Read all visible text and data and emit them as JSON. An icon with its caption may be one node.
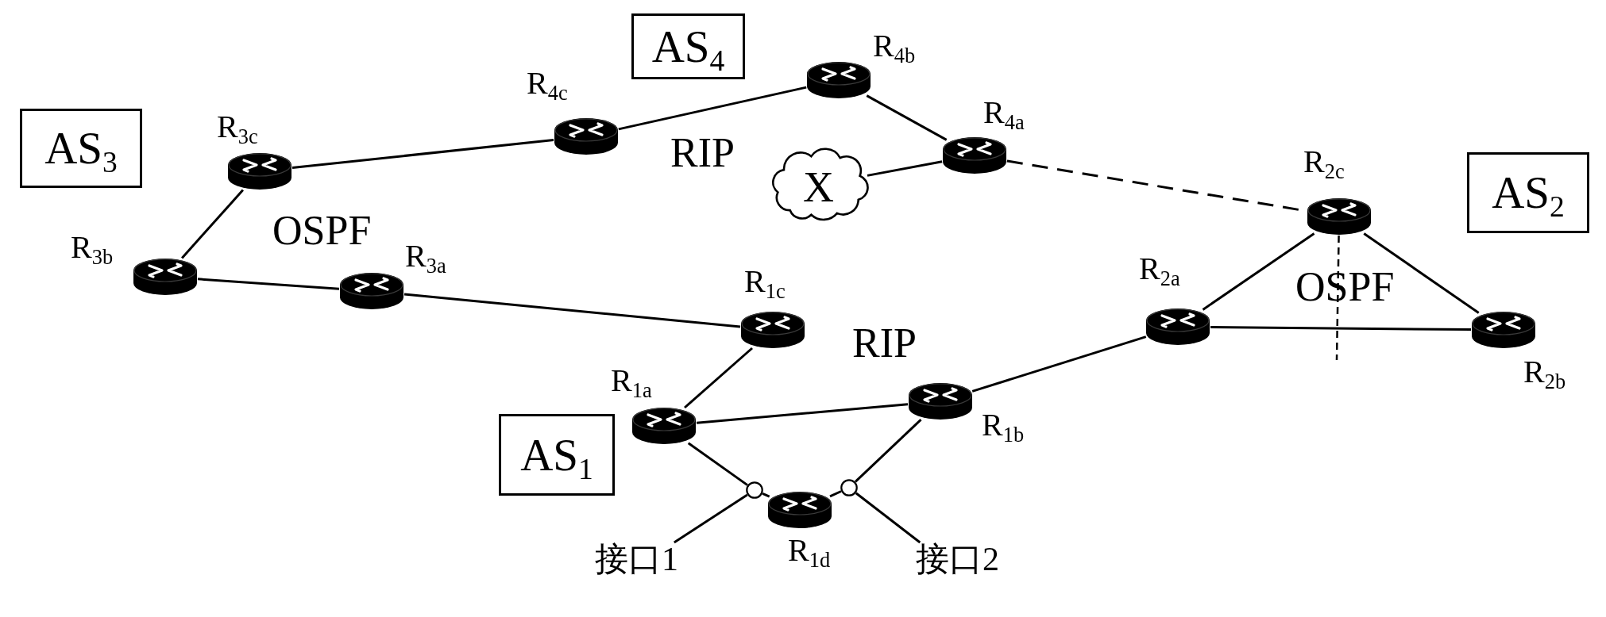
{
  "diagram": {
    "nodes": [
      {
        "text": [
          "AS$_{4}$"
        ]
      },
      {
        "text": [
          "R$_{4b}$"
        ]
      },
      {
        "text": [
          "AS$_{3}$"
        ]
      },
      {
        "text": [
          "R$_{3c}$"
        ]
      },
      {
        "text": [
          "R$_{4c}$"
        ]
      },
      {
        "text": [
          "R$_{4a}$"
        ]
      },
      {
        "text": [
          "X"
        ]
      },
      {
        "text": [
          "R$_{2c}$"
        ]
      },
      {
        "text": [
          "AS$_{2}$"
        ]
      },
      {
        "text": [
          "R$_{3b}$"
        ]
      },
      {
        "text": [
          "R$_{3a}$"
        ]
      },
      {
        "text": [
          "R$_{1c}$"
        ]
      },
      {
        "text": [
          "R$_{2a}$"
        ]
      },
      {
        "text": [
          "R$_{2b}$"
        ]
      },
      {
        "text": [
          "R$_{1a}$"
        ]
      },
      {
        "text": [
          "R$_{1b}$"
        ]
      },
      {
        "text": [
          "AS$_{1}$"
        ]
      },
      {
        "text": [],
        "shape": "circle"
      },
      {
        "text": [],
        "shape": "circle"
      },
      {
        "text": [
          "R$_{1d}$"
        ]
      },
      {
        "text": [
          "接口1"
        ]
      },
      {
        "text": [
          "接口2"
        ]
      }
    ],
    "edges": [
      {
        "from": 3,
        "to": 4,
        "arrow": "none"
      },
      {
        "from": 4,
        "to": 1,
        "arrow": "none"
      },
      {
        "from": 1,
        "to": 5,
        "arrow": "none"
      },
      {
        "from": 6,
        "to": 5,
        "arrow": "none"
      },
      {
        "from": 5,
        "to": 7,
        "arrow": "none",
        "style": "dashed"
      },
      {
        "from": 3,
        "to": 9,
        "arrow": "none"
      },
      {
        "from": 9,
        "to": 10,
        "arrow": "none"
      },
      {
        "from": 10,
        "to": 11,
        "arrow": "none"
      },
      {
        "from": 11,
        "to": 14,
        "arrow": "none"
      },
      {
        "from": 14,
        "to": 15,
        "arrow": "none"
      },
      {
        "from": 15,
        "to": 12,
        "arrow": "none"
      },
      {
        "from": 12,
        "to": 7,
        "arrow": "none"
      },
      {
        "from": 7,
        "to": 13,
        "arrow": "none"
      },
      {
        "from": 12,
        "to": 13,
        "arrow": "none"
      },
      {
        "from": 14,
        "to": 17,
        "arrow": "none"
      },
      {
        "from": 17,
        "to": 19,
        "arrow": "none"
      },
      {
        "from": 19,
        "to": 18,
        "arrow": "none"
      },
      {
        "from": 18,
        "to": 15,
        "arrow": "none"
      },
      {
        "from": 20,
        "to": 17,
        "arrow": "none"
      },
      {
        "from": 21,
        "to": 18,
        "arrow": "none"
      },
      {
        "from": 7,
        "to": null,
        "arrow": "none",
        "style": "dashed"
      }
    ],
    "labels": [
      "RIP",
      "OSPF",
      "OSPF",
      "RIP"
    ]
  }
}
